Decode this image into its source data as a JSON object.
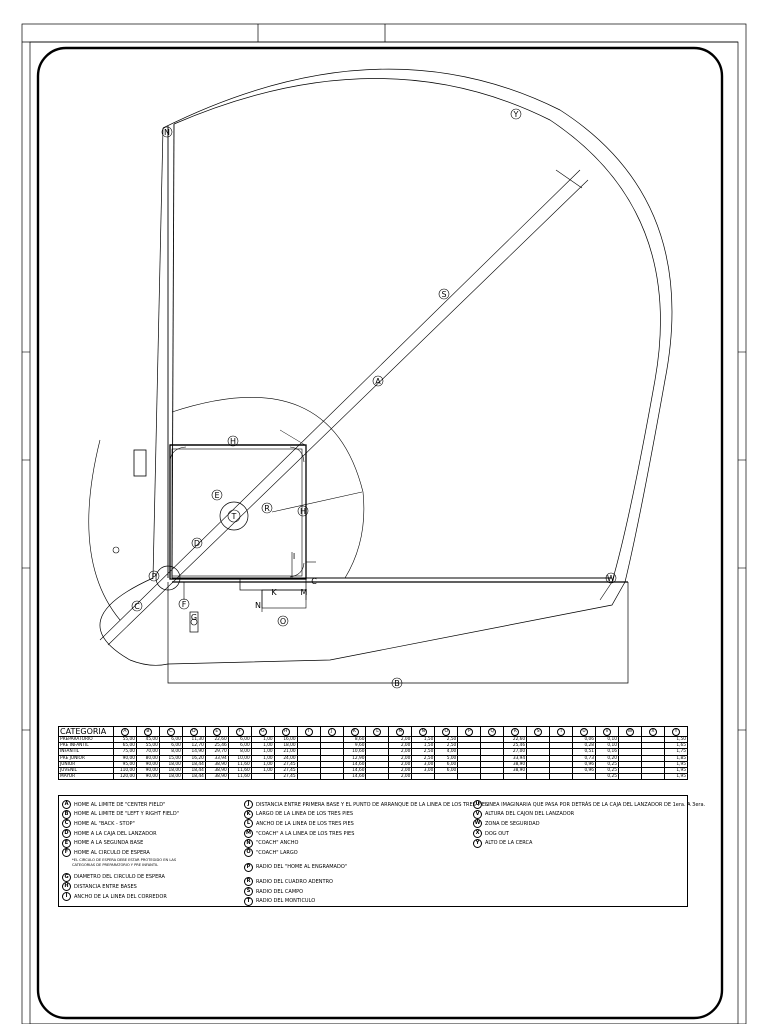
{
  "field_labels": {
    "y": "Y",
    "n": "N",
    "s": "S",
    "a": "A",
    "h_top": "H",
    "h_right": "H",
    "e": "E",
    "r": "R",
    "t": "T",
    "d": "D",
    "p": "P",
    "i": "I",
    "c_right": "C",
    "k": "K",
    "m": "M",
    "n_low": "N",
    "o": "O",
    "f": "F",
    "g": "G",
    "c": "C",
    "w": "W",
    "b": "B"
  },
  "table": {
    "header": [
      "CATEGORIA",
      "A",
      "B",
      "C",
      "D",
      "E",
      "F",
      "G",
      "H",
      "I",
      "J",
      "K",
      "L",
      "M",
      "N",
      "O",
      "P",
      "Q",
      "R",
      "S",
      "T",
      "U",
      "V",
      "W",
      "X",
      "Y"
    ],
    "rows": [
      [
        "PREPARATORIO",
        "55,00",
        "45,00",
        "6,00",
        "11,30",
        "22,60",
        "6,00",
        "1,00",
        "16,00",
        "",
        "",
        "8,60",
        "",
        "2,00",
        "1,50",
        "2,50",
        "",
        "",
        "22,60",
        "",
        "",
        "0,06",
        "0,10",
        "",
        "",
        "1,50"
      ],
      [
        "PRE INFANTIL",
        "65,00",
        "55,00",
        "6,00",
        "12,70",
        "25,46",
        "6,00",
        "1,00",
        "18,00",
        "",
        "",
        "9,60",
        "",
        "2,00",
        "1,50",
        "2,50",
        "",
        "",
        "25,46",
        "",
        "",
        "0,28",
        "0,10",
        "",
        "",
        "1,65"
      ],
      [
        "INFANTIL",
        "75,00",
        "70,00",
        "8,00",
        "14,90",
        "29,70",
        "8,00",
        "1,00",
        "21,00",
        "",
        "",
        "10,60",
        "",
        "2,00",
        "2,50",
        "4,00",
        "",
        "",
        "27,00",
        "",
        "",
        "0,51",
        "0,16",
        "",
        "",
        "1,75"
      ],
      [
        "PRE JUNIOR",
        "90,00",
        "80,00",
        "15,00",
        "16,20",
        "33,94",
        "10,00",
        "1,00",
        "24,00",
        "",
        "",
        "12,90",
        "",
        "2,00",
        "2,50",
        "5,00",
        "",
        "",
        "33,94",
        "",
        "",
        "0,73",
        "0,20",
        "",
        "",
        "1,85"
      ],
      [
        "JUNIOR",
        "95,00",
        "90,00",
        "18,00",
        "18,44",
        "38,90",
        "11,60",
        "1,00",
        "27,45",
        "",
        "",
        "14,60",
        "",
        "2,00",
        "3,00",
        "6,00",
        "",
        "",
        "38,90",
        "",
        "",
        "0,96",
        "0,25",
        "",
        "",
        "1,95"
      ],
      [
        "JUVENIL",
        "110,00",
        "90,00",
        "18,00",
        "18,44",
        "38,90",
        "11,60",
        "1,00",
        "27,45",
        "",
        "",
        "14,60",
        "",
        "2,00",
        "3,00",
        "6,00",
        "",
        "",
        "38,90",
        "",
        "",
        "0,96",
        "0,25",
        "",
        "",
        "1,95"
      ],
      [
        "MAYOR",
        "120,00",
        "90,00",
        "18,00",
        "18,44",
        "38,90",
        "11,60",
        "",
        "27,45",
        "",
        "",
        "14,60",
        "",
        "2,00",
        "",
        "",
        "",
        "",
        "",
        "",
        "",
        "",
        "0,25",
        "",
        "",
        "1,95"
      ]
    ]
  },
  "legend": {
    "col1": [
      {
        "key": "A",
        "text": "HOME AL LIMITE DE \"CENTER FIELD\""
      },
      {
        "key": "B",
        "text": "HOME AL LIMITE DE \"LEFT Y RIGHT FIELD\""
      },
      {
        "key": "C",
        "text": "HOME AL \"BACK - STOP\""
      },
      {
        "key": "D",
        "text": "HOME A LA CAJA DEL LANZADOR"
      },
      {
        "key": "E",
        "text": "HOME A LA SEGUNDA BASE"
      },
      {
        "key": "F",
        "text": "HOME AL CIRCULO DE ESPERA"
      }
    ],
    "note": "*EL CIRCULO DE ESPERA DEBE ESTAR PROTEGIDO EN LAS CATEGORIAS DE PREPARATORIO Y PRE INFANTIL",
    "col1b": [
      {
        "key": "G",
        "text": "DIAMETRO DEL CIRCULO DE ESPERA"
      },
      {
        "key": "H",
        "text": "DISTANCIA ENTRE BASES"
      },
      {
        "key": "I",
        "text": "ANCHO DE LA LINEA DEL CORREDOR"
      }
    ],
    "col2": [
      {
        "key": "J",
        "text": "DISTANCIA ENTRE PRIMERA BASE Y EL PUNTO DE ARRANQUE DE LA LINEA DE LOS TRES PIES"
      },
      {
        "key": "K",
        "text": "LARGO DE LA LINEA DE LOS TRES PIES"
      },
      {
        "key": "L",
        "text": "ANCHO DE LA LINEA DE LOS TRES PIES"
      },
      {
        "key": "M",
        "text": "\"COACH\" A LA LINEA DE LOS TRES PIES"
      },
      {
        "key": "N",
        "text": "\"COACH\" ANCHO"
      },
      {
        "key": "O",
        "text": "\"COACH\" LARGO"
      }
    ],
    "col2mid": {
      "key": "P",
      "text": "RADIO DEL \"HOME AL ENGRAMADO\""
    },
    "col2b": [
      {
        "key": "R",
        "text": "RADIO DEL CUADRO ADENTRO"
      },
      {
        "key": "S",
        "text": "RADIO DEL CAMPO"
      },
      {
        "key": "T",
        "text": "RADIO DEL MONTICULO"
      }
    ],
    "col3": [
      {
        "key": "U",
        "text": "LINEA IMAGINARIA QUE PASA POR DETRÁS DE LA CAJA DEL LANZADOR DE 1era. A 3era."
      },
      {
        "key": "V",
        "text": "ALTURA DEL CAJON DEL LANZADOR"
      },
      {
        "key": "W",
        "text": "ZONA DE SEGURIDAD"
      },
      {
        "key": "X",
        "text": "DOG OUT"
      },
      {
        "key": "Y",
        "text": "ALTO DE LA CERCA"
      }
    ]
  }
}
